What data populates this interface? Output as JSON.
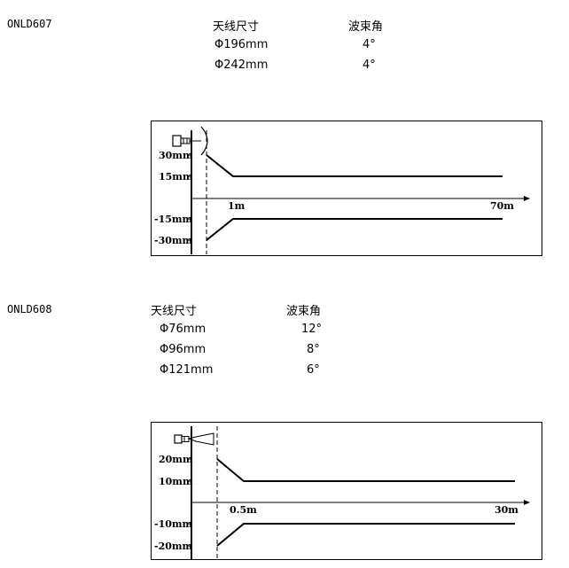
{
  "section1": {
    "model": "ONLD607",
    "header_size": "天线尺寸",
    "header_angle": "波束角",
    "rows": [
      {
        "size": "Φ196mm",
        "angle": "4°"
      },
      {
        "size": "Φ242mm",
        "angle": "4°"
      }
    ],
    "diagram": {
      "y_labels": [
        "30mm",
        "15mm",
        "-15mm",
        "-30mm"
      ],
      "x_labels": [
        "1m",
        "70m"
      ]
    }
  },
  "section2": {
    "model": "ONLD608",
    "header_size": "天线尺寸",
    "header_angle": "波束角",
    "rows": [
      {
        "size": "Φ76mm",
        "angle": "12°"
      },
      {
        "size": "Φ96mm",
        "angle": "8°"
      },
      {
        "size": "Φ121mm",
        "angle": "6°"
      }
    ],
    "diagram": {
      "y_labels": [
        "20mm",
        "10mm",
        "-10mm",
        "-20mm"
      ],
      "x_labels": [
        "0.5m",
        "30m"
      ]
    }
  }
}
